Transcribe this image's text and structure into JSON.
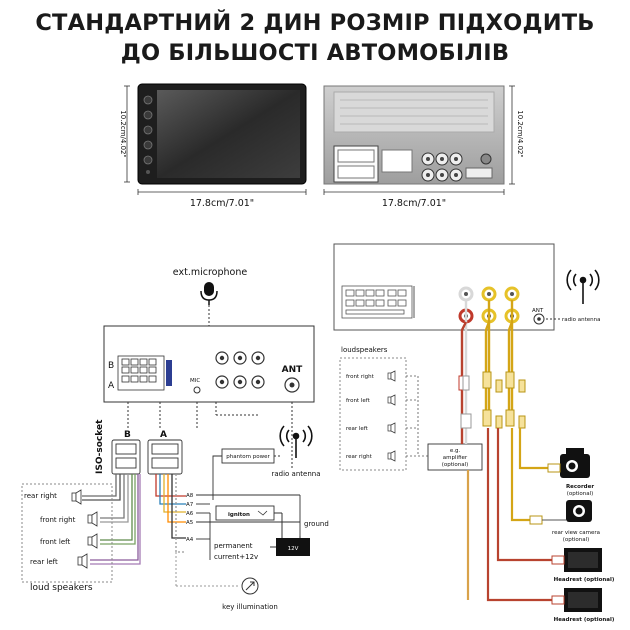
{
  "header": {
    "line1": "СТАНДАРТНИЙ 2 ДИН РОЗМІР ПІДХОДИТЬ",
    "line2": "ДО БІЛЬШОСТІ АВТОМОБІЛІВ"
  },
  "dimensions": {
    "front_height": "10.2cm/4.02\"",
    "front_width": "17.8cm/7.01\"",
    "back_height": "10.2cm/4.02\"",
    "back_width": "17.8cm/7.01\""
  },
  "left_diagram": {
    "microphone": "ext.microphone",
    "port_b": "B",
    "port_a": "A",
    "mic": "MIC",
    "ant": "ANT",
    "iso_socket": "ISO-socket",
    "socket_b": "B",
    "socket_a": "A",
    "speakers": [
      "rear right",
      "front right",
      "front left",
      "rear left"
    ],
    "loud_speakers": "loud speakers",
    "phantom_power": "phantom power",
    "radio_antenna": "radio antenna",
    "pins": [
      "A8",
      "A7",
      "A6",
      "A5",
      "A4"
    ],
    "ignition": "igniton",
    "ground": "ground",
    "battery": "12V",
    "permanent": "permanent",
    "current": "current+12v",
    "key_illumination": "key illumination"
  },
  "right_diagram": {
    "ant": "ANT",
    "radio_antenna": "radio antenna",
    "loudspeakers": "loudspeakers",
    "speakers": [
      "front right",
      "front left",
      "rear left",
      "rear right"
    ],
    "amplifier_1": "e.g.",
    "amplifier_2": "amplifier",
    "amplifier_3": "(optional)",
    "recorder": "Recorder",
    "recorder_opt": "(optional)",
    "rear_camera": "rear view camera",
    "rear_camera_opt": "(optional)",
    "headrest_1": "Headrest (optional)",
    "headrest_2": "Headrest (optional)"
  },
  "colors": {
    "rca_white": "#d8d8d8",
    "rca_red": "#c0392b",
    "rca_yellow": "#e6c229",
    "wire_red": "#b8432f",
    "wire_yellow": "#d4a516",
    "wire_orange": "#d9a24a"
  }
}
